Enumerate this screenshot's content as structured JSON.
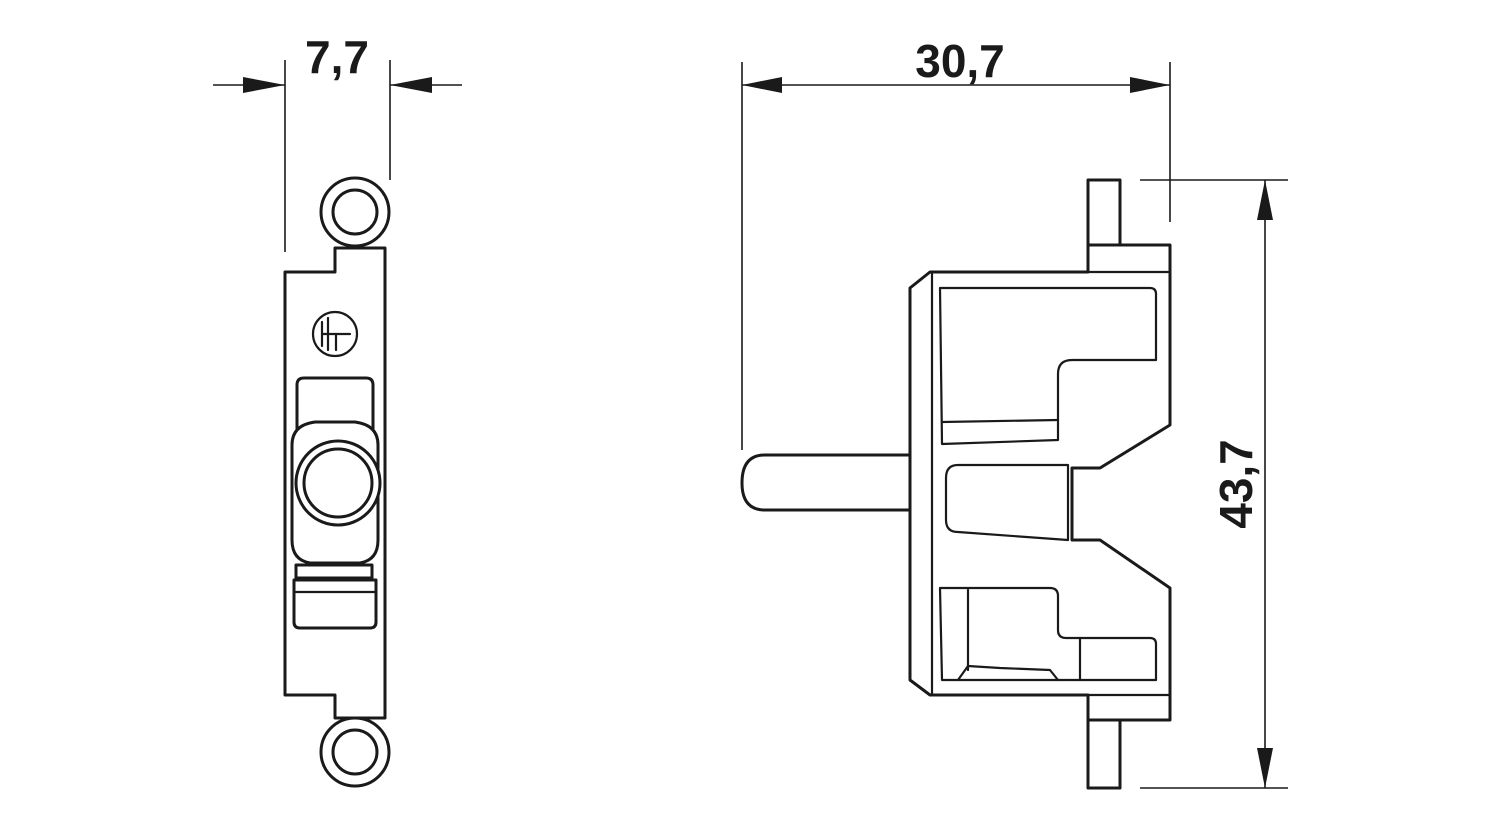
{
  "dimensions": {
    "side_width": "7,7",
    "body_width": "30,7",
    "body_height": "43,7"
  },
  "symbols": {
    "ground_symbol": "earth-ground-icon"
  },
  "colors": {
    "line": "#1a1a1a",
    "background": "#ffffff"
  }
}
